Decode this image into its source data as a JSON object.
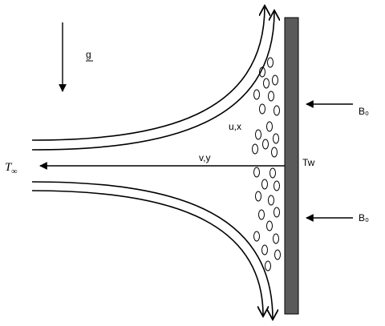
{
  "labels": {
    "gravity": "g",
    "tangential": "u,x",
    "normal": "v,y",
    "wall_temp": "Tw",
    "ambient_temp_base": "T",
    "ambient_temp_sub": "∞",
    "field_upper": "B₀",
    "field_lower": "B₀"
  },
  "colors": {
    "stroke": "#000000",
    "plate_fill": "#5a5a5a",
    "background": "#ffffff"
  }
}
